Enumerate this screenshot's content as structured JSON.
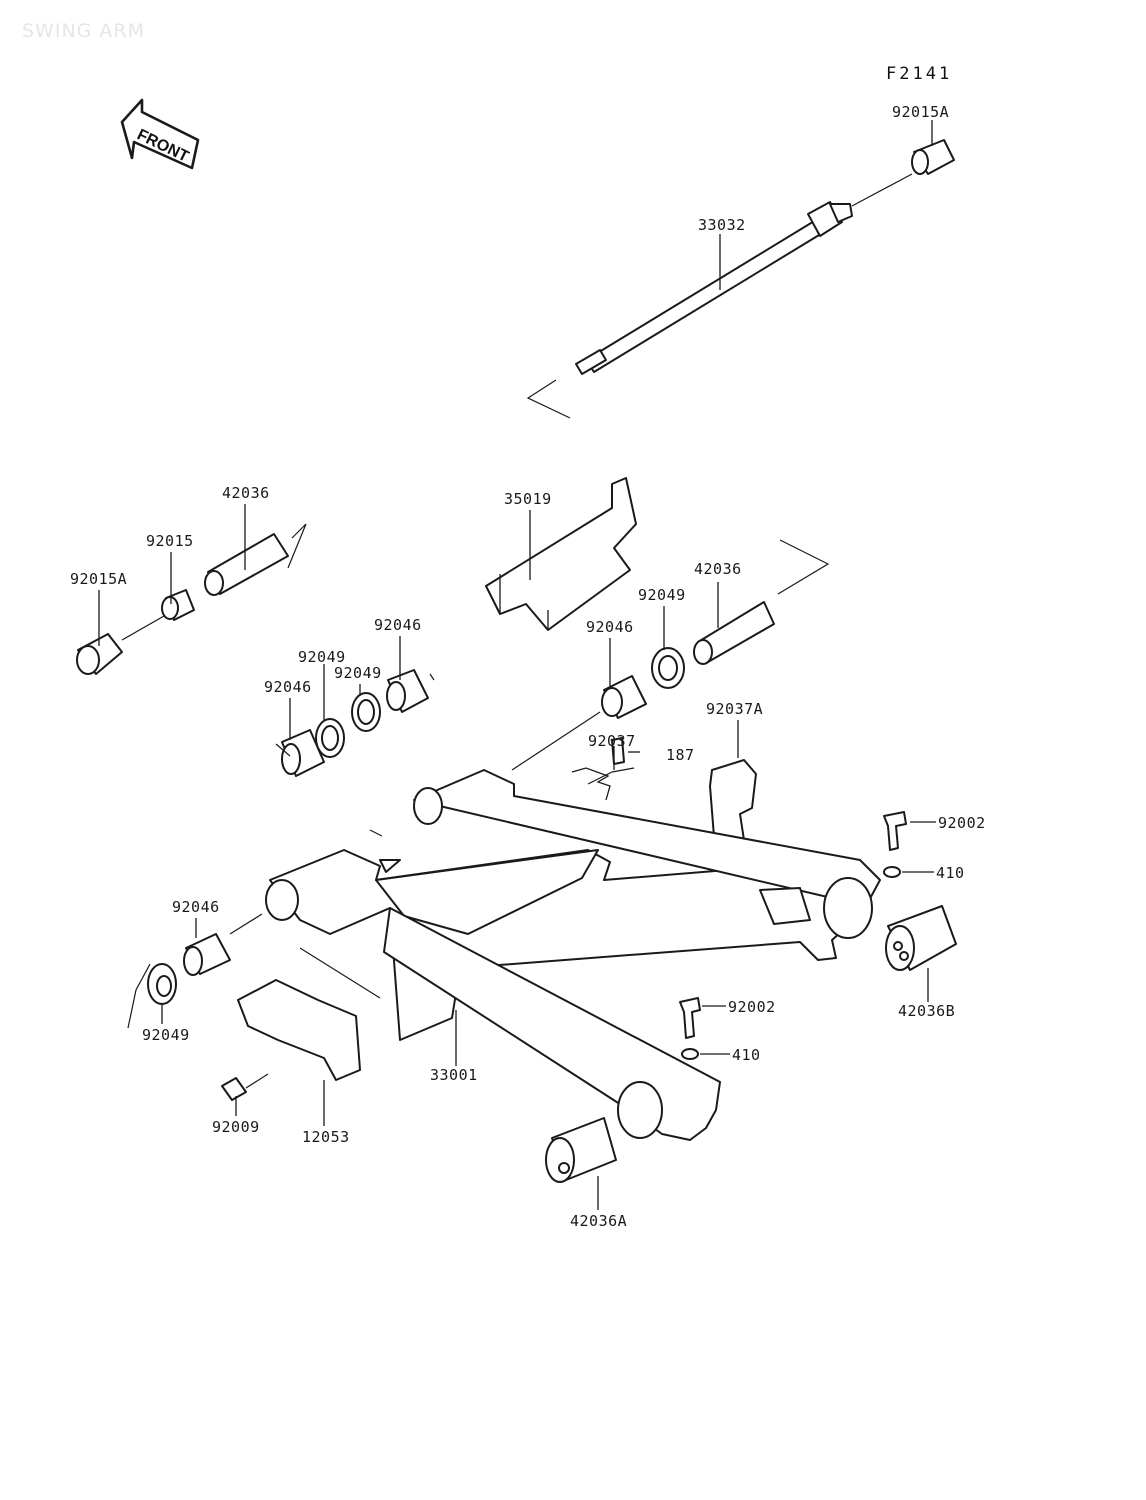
{
  "watermark": "SWING ARM",
  "figure_number": "F2141",
  "front_arrow_text": "FRONT",
  "labels": [
    {
      "id": "92015A-top",
      "text": "92015A"
    },
    {
      "id": "33032",
      "text": "33032"
    },
    {
      "id": "42036-left",
      "text": "42036"
    },
    {
      "id": "92015-left",
      "text": "92015"
    },
    {
      "id": "92015A-left",
      "text": "92015A"
    },
    {
      "id": "35019",
      "text": "35019"
    },
    {
      "id": "42036-right",
      "text": "42036"
    },
    {
      "id": "92049-right",
      "text": "92049"
    },
    {
      "id": "92046-right",
      "text": "92046"
    },
    {
      "id": "92046-upper",
      "text": "92046"
    },
    {
      "id": "92049-upper-a",
      "text": "92049"
    },
    {
      "id": "92049-upper-b",
      "text": "92049"
    },
    {
      "id": "92046-left-mid",
      "text": "92046"
    },
    {
      "id": "92037A",
      "text": "92037A"
    },
    {
      "id": "92037",
      "text": "92037"
    },
    {
      "id": "187",
      "text": "187"
    },
    {
      "id": "92002-right",
      "text": "92002"
    },
    {
      "id": "410-right",
      "text": "410"
    },
    {
      "id": "92046-lower",
      "text": "92046"
    },
    {
      "id": "42036B",
      "text": "42036B"
    },
    {
      "id": "92002-center",
      "text": "92002"
    },
    {
      "id": "410-center",
      "text": "410"
    },
    {
      "id": "92049-lower",
      "text": "92049"
    },
    {
      "id": "33001",
      "text": "33001"
    },
    {
      "id": "92009",
      "text": "92009"
    },
    {
      "id": "12053",
      "text": "12053"
    },
    {
      "id": "42036A",
      "text": "42036A"
    }
  ]
}
